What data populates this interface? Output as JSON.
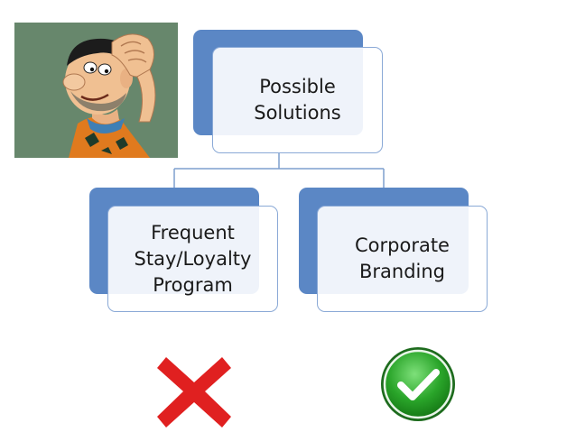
{
  "diagram": {
    "root": {
      "label_line1": "Possible",
      "label_line2": "Solutions"
    },
    "children": [
      {
        "label_line1": "Frequent",
        "label_line2": "Stay/Loyalty",
        "label_line3": "Program"
      },
      {
        "label_line1": "Corporate",
        "label_line2": "Branding"
      }
    ]
  },
  "colors": {
    "node_shadow": "#5b87c5",
    "node_border": "#8aa9d6",
    "connector": "#7f9fcd",
    "reject_mark": "#e02020",
    "accept_mark": "#2aa52a"
  },
  "icons": {
    "picture": "cartoon-character-image",
    "reject": "red-x-icon",
    "accept": "green-check-icon"
  }
}
